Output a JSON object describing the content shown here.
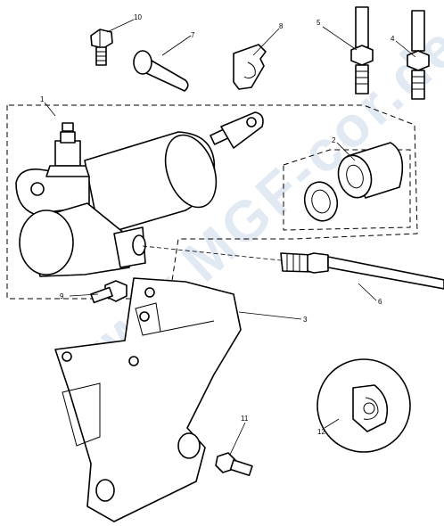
{
  "watermark": "www.MGF-cor.de",
  "callouts": {
    "c1": "1",
    "c2": "2",
    "c3": "3",
    "c4": "4",
    "c5": "5",
    "c6": "6",
    "c7": "7",
    "c8": "8",
    "c9": "9",
    "c10": "10",
    "c11": "11",
    "c12": "12"
  }
}
